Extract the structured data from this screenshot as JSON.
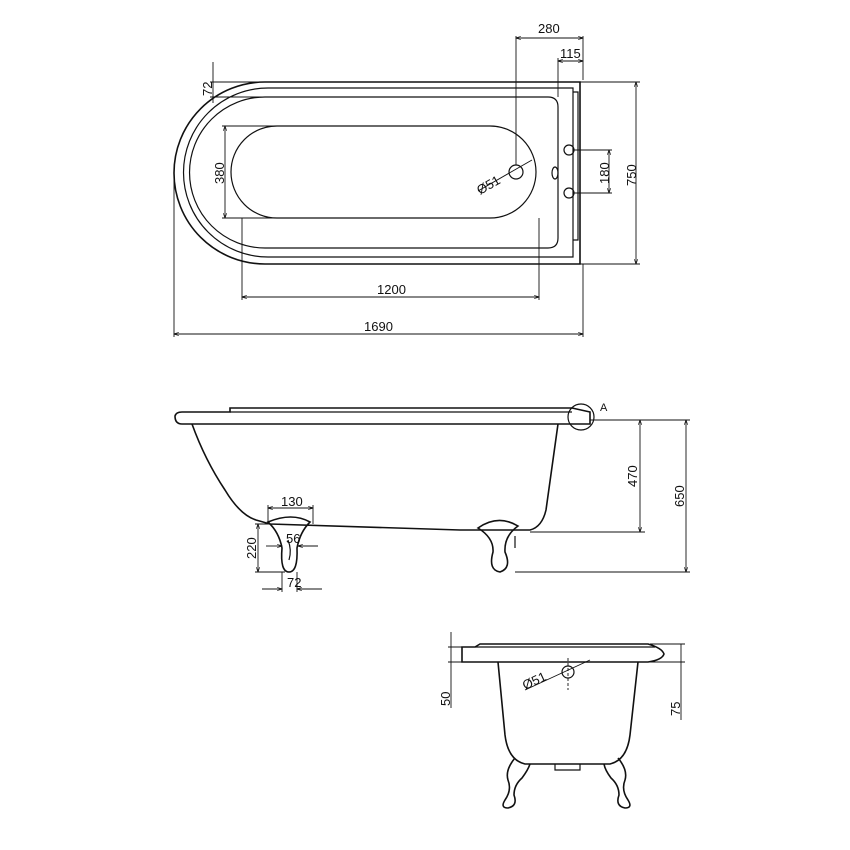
{
  "top_view": {
    "dims": {
      "d280": "280",
      "d115": "115",
      "d72": "72",
      "d380": "380",
      "d51": "Ø51",
      "d180": "180",
      "d750": "750",
      "d1200": "1200",
      "d1690": "1690"
    }
  },
  "side_view": {
    "dims": {
      "dA": "A",
      "d470": "470",
      "d650": "650",
      "d130": "130",
      "d220": "220",
      "d56": "56",
      "d72": "72"
    }
  },
  "end_view": {
    "dims": {
      "d50": "50",
      "d51": "Ø51",
      "d75": "75"
    }
  }
}
